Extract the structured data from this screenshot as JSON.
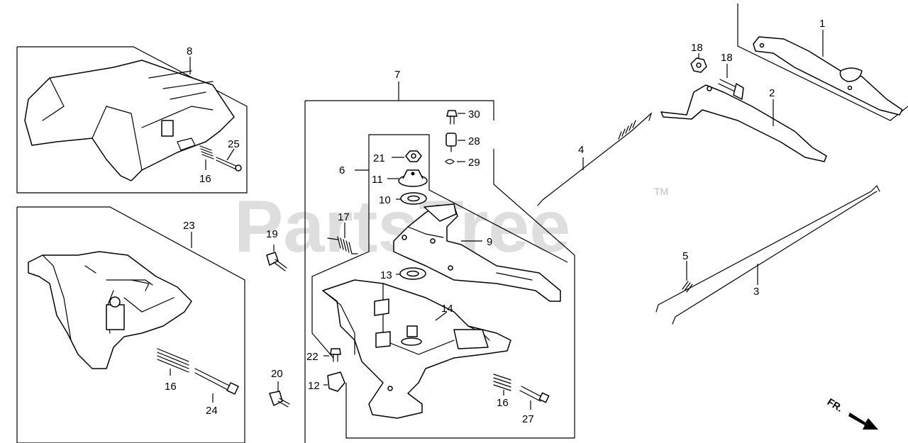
{
  "watermark": {
    "text": "PartsTree",
    "trademark": "TM"
  },
  "direction_marker": {
    "label": "FR.",
    "icon": "arrow-down-right-icon"
  },
  "callouts": [
    "1",
    "2",
    "3",
    "4",
    "5",
    "6",
    "7",
    "8",
    "9",
    "10",
    "11",
    "12",
    "13",
    "14",
    "16",
    "16",
    "16",
    "17",
    "18",
    "18",
    "19",
    "20",
    "21",
    "22",
    "23",
    "24",
    "25",
    "27",
    "28",
    "29",
    "30"
  ]
}
